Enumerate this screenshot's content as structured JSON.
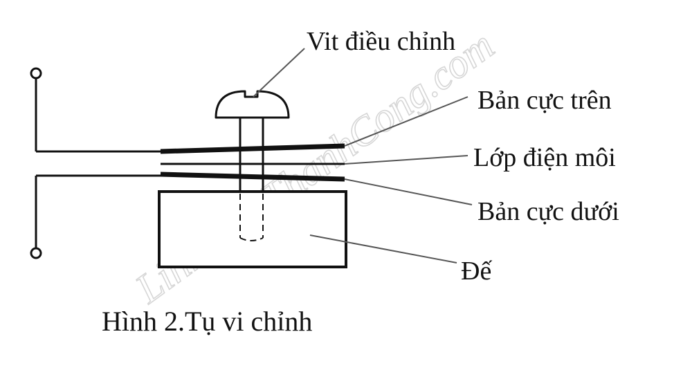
{
  "diagram": {
    "labels": {
      "screw": "Vit điều chỉnh",
      "top_plate": "Bản cực trên",
      "dielectric": "Lớp điện môi",
      "bottom_plate": "Bản cực dưới",
      "base": "Đế"
    },
    "caption": "Hình 2.Tụ vi chỉnh",
    "watermark": "LinhKienThanhCong.com",
    "colors": {
      "ink": "#111111",
      "leader": "#555555",
      "watermark": "#d6d6d6"
    }
  }
}
